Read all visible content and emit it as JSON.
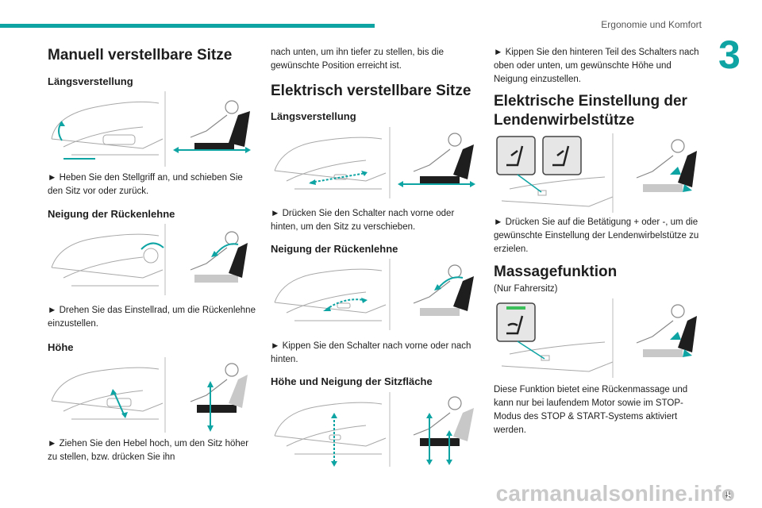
{
  "header": {
    "title": "Ergonomie und Komfort",
    "chapter": "3"
  },
  "col1": {
    "title": "Manuell verstellbare Sitze",
    "s1_title": "Längsverstellung",
    "s1_text": "► Heben Sie den Stellgriff an, und schieben Sie den Sitz vor oder zurück.",
    "s2_title": "Neigung der Rückenlehne",
    "s2_text": "► Drehen Sie das Einstellrad, um die Rückenlehne einzustellen.",
    "s3_title": "Höhe",
    "s3_text": "► Ziehen Sie den Hebel hoch, um den Sitz höher zu stellen, bzw. drücken Sie ihn"
  },
  "col2": {
    "cont_text": "nach unten, um ihn tiefer zu stellen, bis die gewünschte Position erreicht ist.",
    "title": "Elektrisch verstellbare Sitze",
    "s1_title": "Längsverstellung",
    "s1_text": "► Drücken Sie den Schalter nach vorne oder hinten, um den Sitz zu verschieben.",
    "s2_title": "Neigung der Rückenlehne",
    "s2_text": "► Kippen Sie den Schalter nach vorne oder nach hinten.",
    "s3_title": "Höhe und Neigung der Sitzfläche"
  },
  "col3": {
    "cont_text": "► Kippen Sie den hinteren Teil des Schalters nach oben oder unten, um gewünschte Höhe und Neigung einzustellen.",
    "title": "Elektrische Einstellung der Lendenwirbelstütze",
    "s1_text": "► Drücken Sie auf die Betätigung + oder -, um die gewünschte Einstellung der Lendenwirbelstütze zu erzielen.",
    "s2_title": "Massagefunktion",
    "s2_sub": "(Nur Fahrersitz)",
    "s2_text": "Diese Funktion bietet eine Rückenmassage und kann nur bei laufendem Motor sowie im STOP-Modus des STOP & START-Systems aktiviert werden."
  },
  "footer": {
    "page": "45",
    "watermark": "carmanualsonline.info"
  },
  "colors": {
    "accent": "#0fa4a4",
    "text": "#1e1e1e",
    "line": "#9a9a9a"
  }
}
